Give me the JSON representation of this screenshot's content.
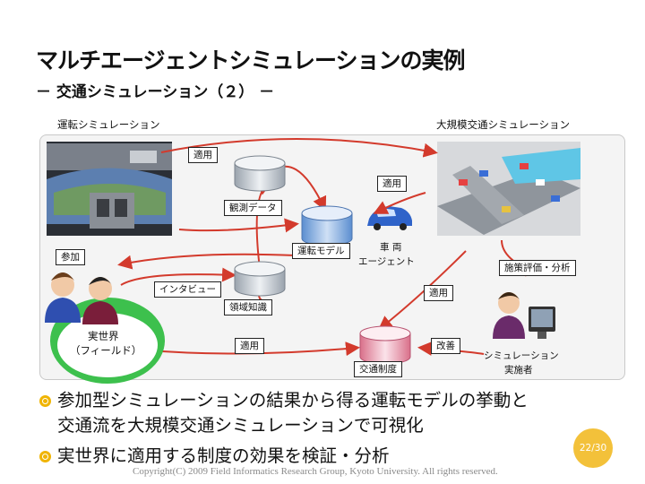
{
  "title": "マルチエージェントシミュレーションの実例",
  "subtitle": "－ 交通シミュレーション（２） －",
  "diagram": {
    "left_header": "運転シミュレーション",
    "right_header": "大規模交通シミュレーション",
    "labels": {
      "apply_top": "適用",
      "apply_right": "適用",
      "observation_data": "観測データ",
      "participation": "参加",
      "driving_model": "運転モデル",
      "vehicle_agent_1": "車 両",
      "vehicle_agent_2": "エージェント",
      "policy_eval": "施策評価・分析",
      "interview": "インタビュー",
      "apply_mid": "適用",
      "domain_knowledge": "領域知識",
      "real_world_1": "実世界",
      "real_world_2": "（フィールド）",
      "apply_bottom": "適用",
      "improve": "改善",
      "traffic_system": "交通制度",
      "sim_operator_1": "シミュレーション",
      "sim_operator_2": "実施者"
    }
  },
  "bullets": [
    "参加型シミュレーションの結果から得る運転モデルの挙動と",
    "交通流を大規模交通シミュレーションで可視化",
    "実世界に適用する制度の効果を検証・分析"
  ],
  "footer": "Copyright(C) 2009 Field Informatics Research Group, Kyoto University. All rights reserved.",
  "page_number": "22/30",
  "colors": {
    "accent": "#f0b400",
    "green": "#33bb44",
    "arrow": "#d33a2c",
    "region": "#f4f4f4"
  }
}
